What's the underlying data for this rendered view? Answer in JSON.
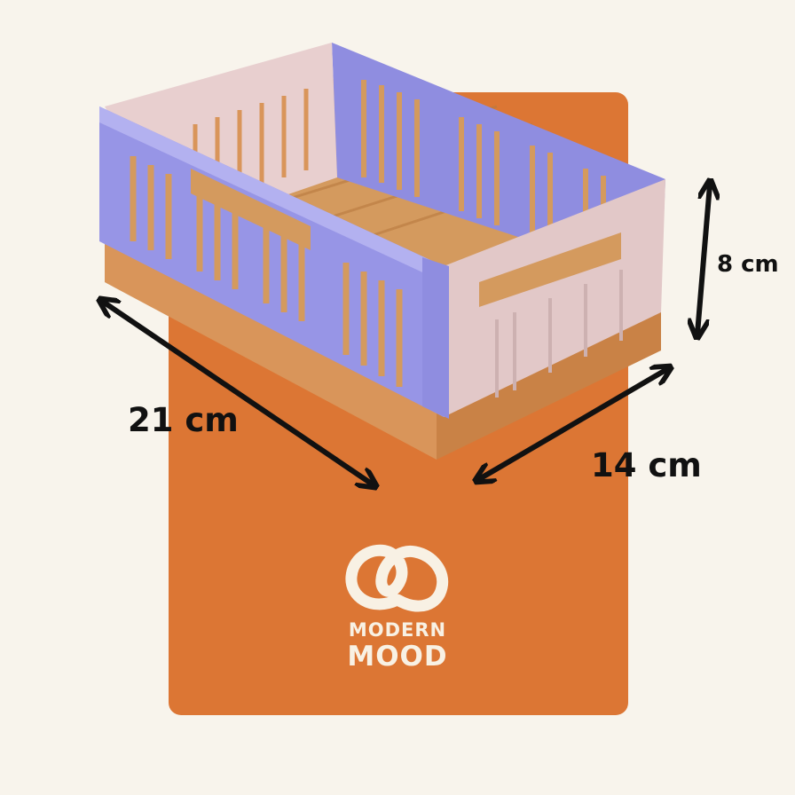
{
  "dimensions": {
    "length": "21 cm",
    "width": "14 cm",
    "height": "8 cm"
  },
  "brand": {
    "line1": "MODERN",
    "line2": "MOOD"
  },
  "colors": {
    "background": "#f8f4ec",
    "panel": "#dc7634",
    "crate_frame": "#8f8de0",
    "crate_end": "#e8cfcf",
    "crate_base": "#d9955a",
    "arrows": "#111111",
    "logo": "#f8f1e4"
  }
}
